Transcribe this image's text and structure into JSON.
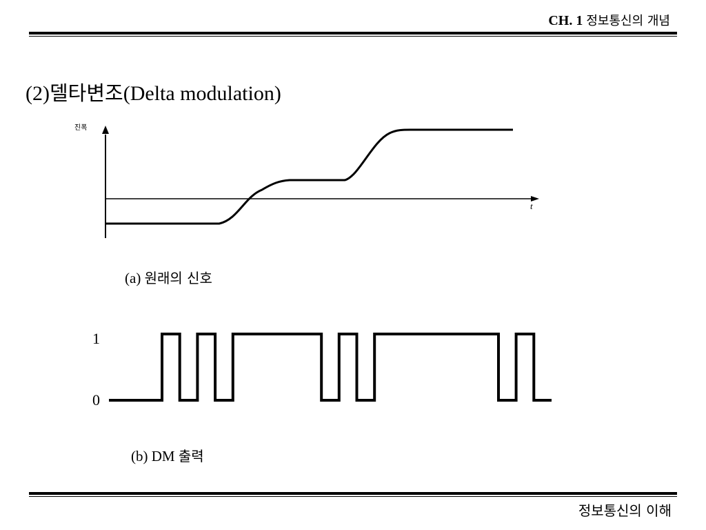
{
  "header": {
    "chapter": "CH. 1",
    "chapter_title": "정보통신의 개념"
  },
  "title": {
    "prefix": "(2)",
    "korean": "델타변조",
    "english": "(Delta modulation)"
  },
  "figure_a": {
    "y_label": "진폭",
    "x_label": "t",
    "caption_prefix": "(a)",
    "caption_text": "원래의 신호"
  },
  "figure_b": {
    "level_high": "1",
    "level_low": "0",
    "caption_prefix": "(b) DM",
    "caption_text": "출력",
    "bits": [
      0,
      0,
      0,
      1,
      0,
      1,
      0,
      1,
      1,
      1,
      1,
      1,
      0,
      1,
      0,
      1,
      1,
      1,
      1,
      1,
      1,
      1,
      0,
      1,
      0
    ]
  },
  "footer": {
    "text": "정보통신의 이해"
  }
}
